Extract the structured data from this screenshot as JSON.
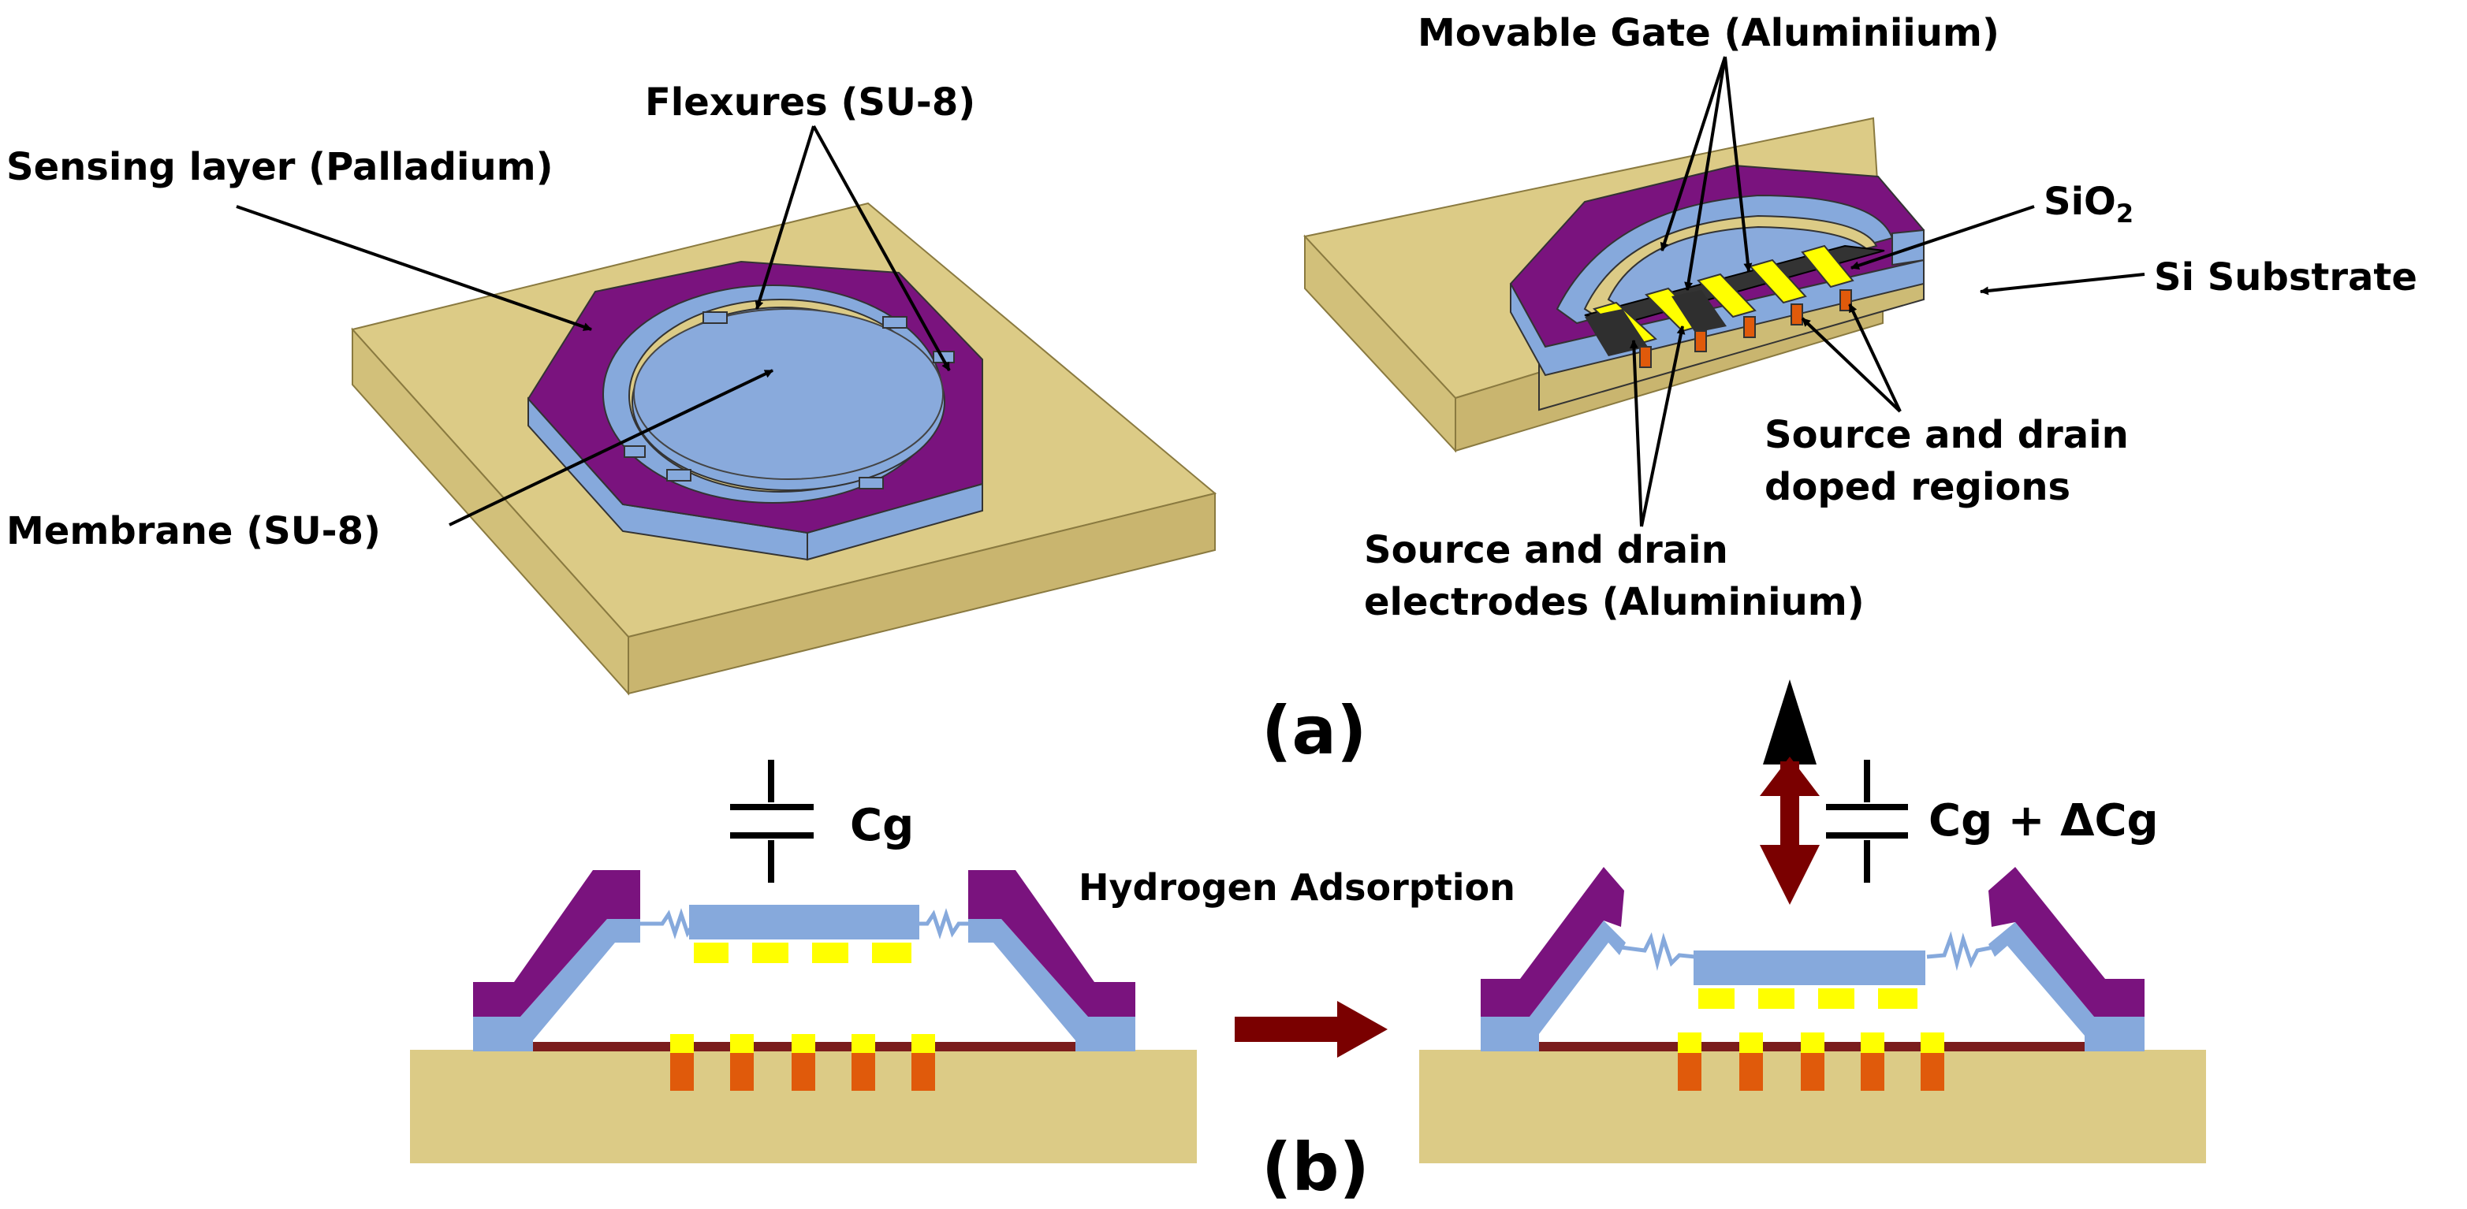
{
  "panel_a": {
    "left_device": {
      "sensing_layer_label": "Sensing layer (Palladium)",
      "flexures_label": "Flexures (SU-8)",
      "membrane_label": "Membrane (SU-8)"
    },
    "right_device": {
      "movable_gate_label": "Movable Gate (Aluminiium)",
      "sio2_label_main": "SiO",
      "sio2_label_sub": "2",
      "si_substrate_label": "Si Substrate",
      "doped_regions_line1": "Source and drain",
      "doped_regions_line2": "doped regions",
      "electrodes_line1": "Source and drain",
      "electrodes_line2": "electrodes (Aluminium)"
    },
    "panel_label": "(a)"
  },
  "panel_b": {
    "capacitor_before_label": "Cg",
    "capacitor_after_label": "Cg + ΔCg",
    "process_label": "Hydrogen Adsorption",
    "panel_label": "(b)"
  },
  "colors": {
    "substrate": "#dccb86",
    "substrate_side": "#c9b56f",
    "su8": "#86a9dc",
    "palladium": "#7a137e",
    "gate_aluminium": "#ffff00",
    "doped_region": "#e05a0b",
    "oxide": "#7b1d1d",
    "arrow_red": "#7a0000"
  }
}
